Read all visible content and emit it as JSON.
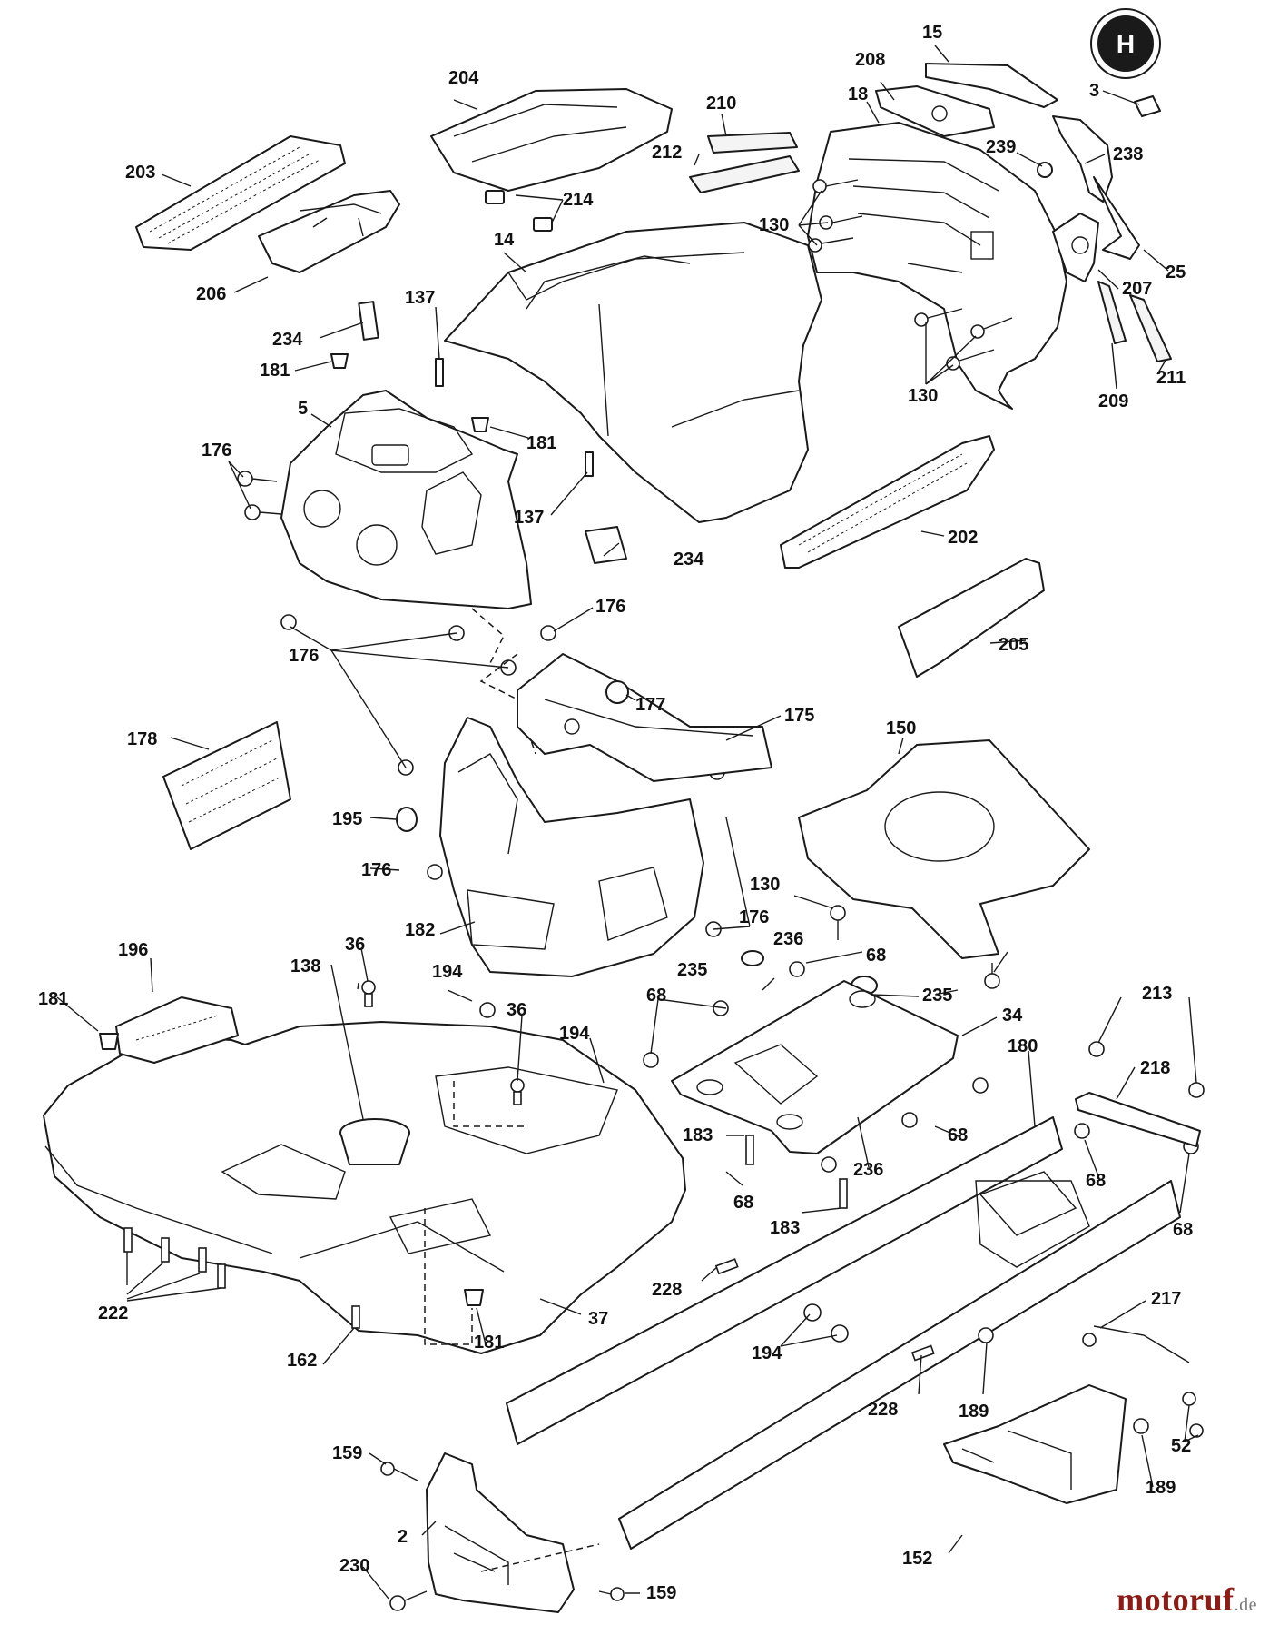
{
  "callouts": [
    "15",
    "3",
    "204",
    "208",
    "210",
    "18",
    "239",
    "238",
    "203",
    "212",
    "214",
    "130",
    "25",
    "206",
    "14",
    "207",
    "137",
    "234",
    "181",
    "130",
    "209",
    "211",
    "5",
    "181",
    "176",
    "137",
    "234",
    "202",
    "176",
    "205",
    "176",
    "177",
    "178",
    "175",
    "150",
    "195",
    "176",
    "176",
    "130",
    "182",
    "196",
    "138",
    "36",
    "236",
    "68",
    "235",
    "181",
    "194",
    "36",
    "235",
    "34",
    "68",
    "194",
    "213",
    "218",
    "180",
    "183",
    "68",
    "236",
    "68",
    "68",
    "183",
    "228",
    "68",
    "222",
    "194",
    "162",
    "181",
    "37",
    "217",
    "189",
    "228",
    "52",
    "159",
    "152",
    "189",
    "2",
    "230",
    "159"
  ],
  "watermark": {
    "brand": "motoruf",
    "suffix": ".de"
  },
  "colors": {
    "ink": "#1a1a1a",
    "watermark": "#8a1d18"
  }
}
